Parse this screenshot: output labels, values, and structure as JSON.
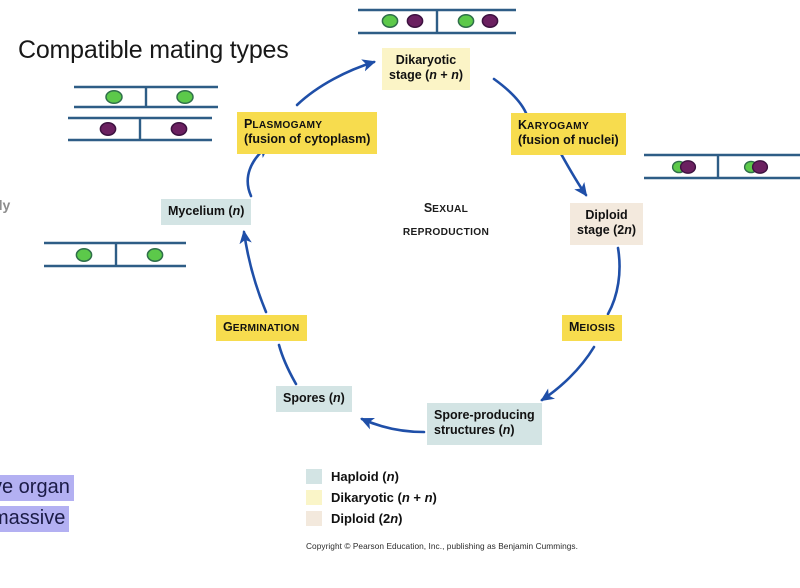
{
  "slide": {
    "heading": "Compatible mating types",
    "left_edge_fragment": "dy",
    "highlight_line_1": "ve organ",
    "highlight_line_2": "massive"
  },
  "center_caption": {
    "line1": "Sexual",
    "line2": "Reproduction"
  },
  "cycle": {
    "dikaryotic_stage": {
      "line1": "Dikaryotic",
      "line2": "stage (n + n)"
    },
    "plasmogamy": {
      "line1": "Plasmogamy",
      "line2": "(fusion of cytoplasm)"
    },
    "karyogamy": {
      "line1": "Karyogamy",
      "line2": "(fusion of nuclei)"
    },
    "diploid_stage": {
      "line1": "Diploid",
      "line2": "stage (2n)"
    },
    "meiosis": {
      "line1": "Meiosis"
    },
    "spore_structures": {
      "line1": "Spore-producing",
      "line2": "structures (n)"
    },
    "spores": {
      "line1": "Spores (n)"
    },
    "germination": {
      "line1": "Germination"
    },
    "mycelium": {
      "line1": "Mycelium (n)"
    }
  },
  "legend": {
    "items": [
      {
        "label": "Haploid (n)",
        "color": "#d3e4e4",
        "name": "haploid"
      },
      {
        "label": "Dikaryotic (n + n)",
        "color": "#faf5c8",
        "name": "dikaryotic"
      },
      {
        "label": "Diploid (2n)",
        "color": "#f3e9dd",
        "name": "diploid"
      }
    ]
  },
  "copyright": "Copyright © Pearson Education, Inc., publishing as Benjamin Cummings.",
  "colors": {
    "hypha_outline": "#2e5d86",
    "hypha_fill": "#ffffff",
    "nucleus_green": "#5cc94a",
    "nucleus_green_outline": "#2f6f4a",
    "nucleus_purple": "#6b2060",
    "nucleus_purple_outline": "#3d1240",
    "arrow_blue": "#1f4fa8",
    "process_yellow": "#f7dc4e",
    "haploid_blue": "#d3e4e4",
    "dikaryotic_yellow": "#fbf4c6",
    "diploid_beige": "#f3e9dd",
    "highlight_lavender": "#b3b0f2"
  },
  "hyphae": [
    {
      "name": "hypha-mating-type-green",
      "nuclei": [
        "green",
        "green"
      ],
      "note": "upper compatible mating type, haploid, one green nucleus per cell"
    },
    {
      "name": "hypha-mating-type-purple",
      "nuclei": [
        "purple",
        "purple"
      ],
      "note": "lower compatible mating type, haploid, one purple nucleus per cell"
    },
    {
      "name": "hypha-dikaryotic",
      "nuclei": [
        "green+purple",
        "green+purple"
      ],
      "note": "dikaryotic hypha, separate green and purple nuclei per cell"
    },
    {
      "name": "hypha-diploid",
      "nuclei": [
        "fused",
        "fused"
      ],
      "note": "after karyogamy, overlapping green and purple nuclei per cell"
    },
    {
      "name": "hypha-mycelium",
      "nuclei": [
        "green",
        "green"
      ],
      "note": "haploid mycelium hypha"
    }
  ]
}
